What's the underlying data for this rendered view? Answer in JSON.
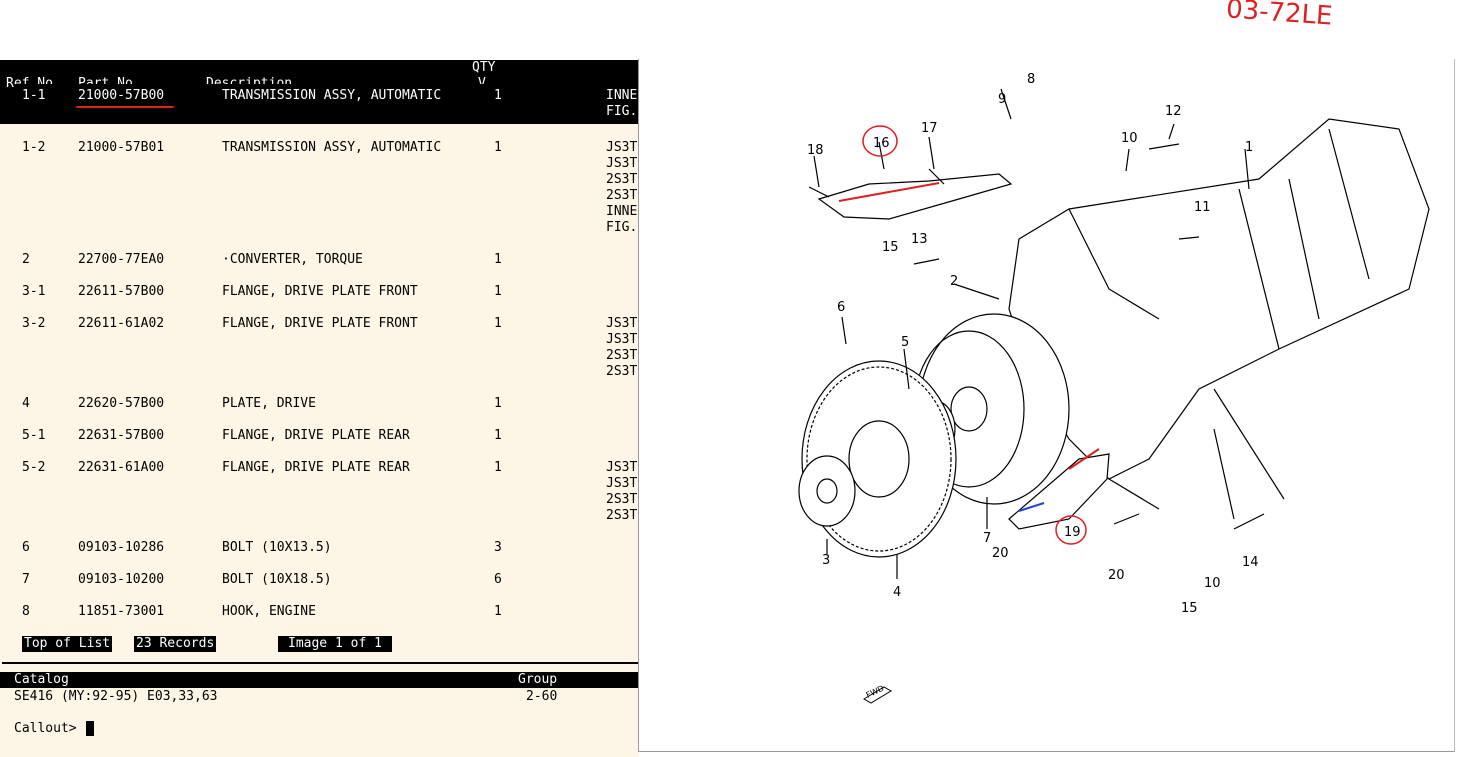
{
  "header": {
    "ref_label": "Ref.No.",
    "part_label": "Part No.",
    "desc_label": "Description",
    "qty_label": "QTY",
    "qty_sub": "V"
  },
  "rows": [
    {
      "ref": "1-1",
      "part": "21000-57B00",
      "desc": "TRANSMISSION ASSY, AUTOMATIC",
      "qty": "1",
      "notes": [
        "INNE",
        "FIG."
      ],
      "selected": true
    },
    {
      "ref": "1-2",
      "part": "21000-57B01",
      "desc": "TRANSMISSION ASSY, AUTOMATIC",
      "qty": "1",
      "notes": [
        "JS3T",
        "JS3T",
        "2S3T",
        "2S3T",
        "INNE",
        "FIG."
      ]
    },
    {
      "ref": "2",
      "part": "22700-77EA0",
      "desc": "·CONVERTER, TORQUE",
      "qty": "1",
      "notes": []
    },
    {
      "ref": "3-1",
      "part": "22611-57B00",
      "desc": "FLANGE, DRIVE PLATE FRONT",
      "qty": "1",
      "notes": []
    },
    {
      "ref": "3-2",
      "part": "22611-61A02",
      "desc": "FLANGE, DRIVE PLATE FRONT",
      "qty": "1",
      "notes": [
        "JS3T",
        "JS3T",
        "2S3T",
        "2S3T"
      ]
    },
    {
      "ref": "4",
      "part": "22620-57B00",
      "desc": "PLATE, DRIVE",
      "qty": "1",
      "notes": []
    },
    {
      "ref": "5-1",
      "part": "22631-57B00",
      "desc": "FLANGE, DRIVE PLATE REAR",
      "qty": "1",
      "notes": []
    },
    {
      "ref": "5-2",
      "part": "22631-61A00",
      "desc": "FLANGE, DRIVE PLATE REAR",
      "qty": "1",
      "notes": [
        "JS3T",
        "JS3T",
        "2S3T",
        "2S3T"
      ]
    },
    {
      "ref": "6",
      "part": "09103-10286",
      "desc": "BOLT (10X13.5)",
      "qty": "3",
      "notes": []
    },
    {
      "ref": "7",
      "part": "09103-10200",
      "desc": "BOLT (10X18.5)",
      "qty": "6",
      "notes": []
    },
    {
      "ref": "8",
      "part": "11851-73001",
      "desc": "HOOK, ENGINE",
      "qty": "1",
      "notes": []
    }
  ],
  "status": {
    "top": "Top of List",
    "records": "23 Records",
    "image": "Image 1 of 1"
  },
  "catalog": {
    "catalog_label": "Catalog",
    "group_label": "Group",
    "catalog_value": "SE416 (MY:92-95) E03,33,63",
    "group_value": "2-60",
    "prompt": "Callout>"
  },
  "diagram": {
    "annotation": "03-72LE",
    "fwd": "FWD",
    "callouts": [
      "1",
      "2",
      "3",
      "4",
      "5",
      "6",
      "7",
      "8",
      "9",
      "10",
      "10",
      "11",
      "12",
      "13",
      "14",
      "15",
      "15",
      "16",
      "17",
      "18",
      "19",
      "20",
      "20"
    ],
    "highlighted_callouts": [
      "16",
      "19"
    ]
  },
  "colors": {
    "annotation_red": "#e02020",
    "highlight_blue": "#2040e0",
    "terminal_bg": "#fdf6e6"
  }
}
